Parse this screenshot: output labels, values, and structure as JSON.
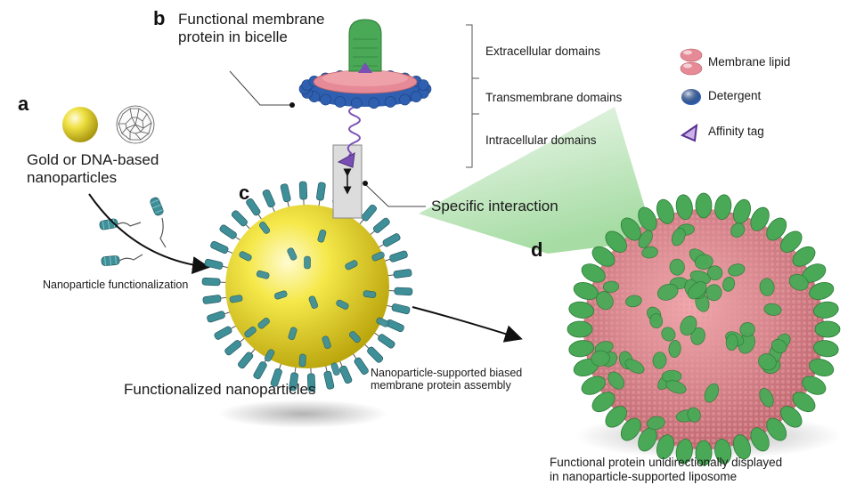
{
  "panels": {
    "a": "a",
    "b": "b",
    "c": "c",
    "d": "d"
  },
  "labels": {
    "bicelle_protein": "Functional membrane\nprotein in bicelle",
    "extracellular": "Extracellular domains",
    "transmembrane": "Transmembrane domains",
    "intracellular": "Intracellular domains",
    "specific_interaction": "Specific interaction",
    "gold_dna": "Gold or DNA-based\nnanoparticles",
    "functionalization": "Nanoparticle functionalization",
    "functionalized": "Functionalized nanoparticles",
    "biased_assembly": "Nanoparticle-supported biased\nmembrane protein assembly",
    "unidirectional": "Functional protein unidirectionally displayed\nin nanoparticle-supported liposome"
  },
  "legend": [
    {
      "label": "Membrane lipid",
      "icon": "lipid-icon",
      "color": "#e58a96"
    },
    {
      "label": "Detergent",
      "icon": "detergent-icon",
      "color": "#2f5fb0"
    },
    {
      "label": "Affinity tag",
      "icon": "affinity-tag-icon",
      "color": "#7a4fb5"
    }
  ],
  "colors": {
    "gold": "#e6d21c",
    "ligand": "#3f8f99",
    "protein": "#4aa957",
    "liposome": "#d97f86",
    "bicelle_lipid": "#e58a96",
    "detergent": "#2f5fb0",
    "tag": "#7a4fb5"
  }
}
